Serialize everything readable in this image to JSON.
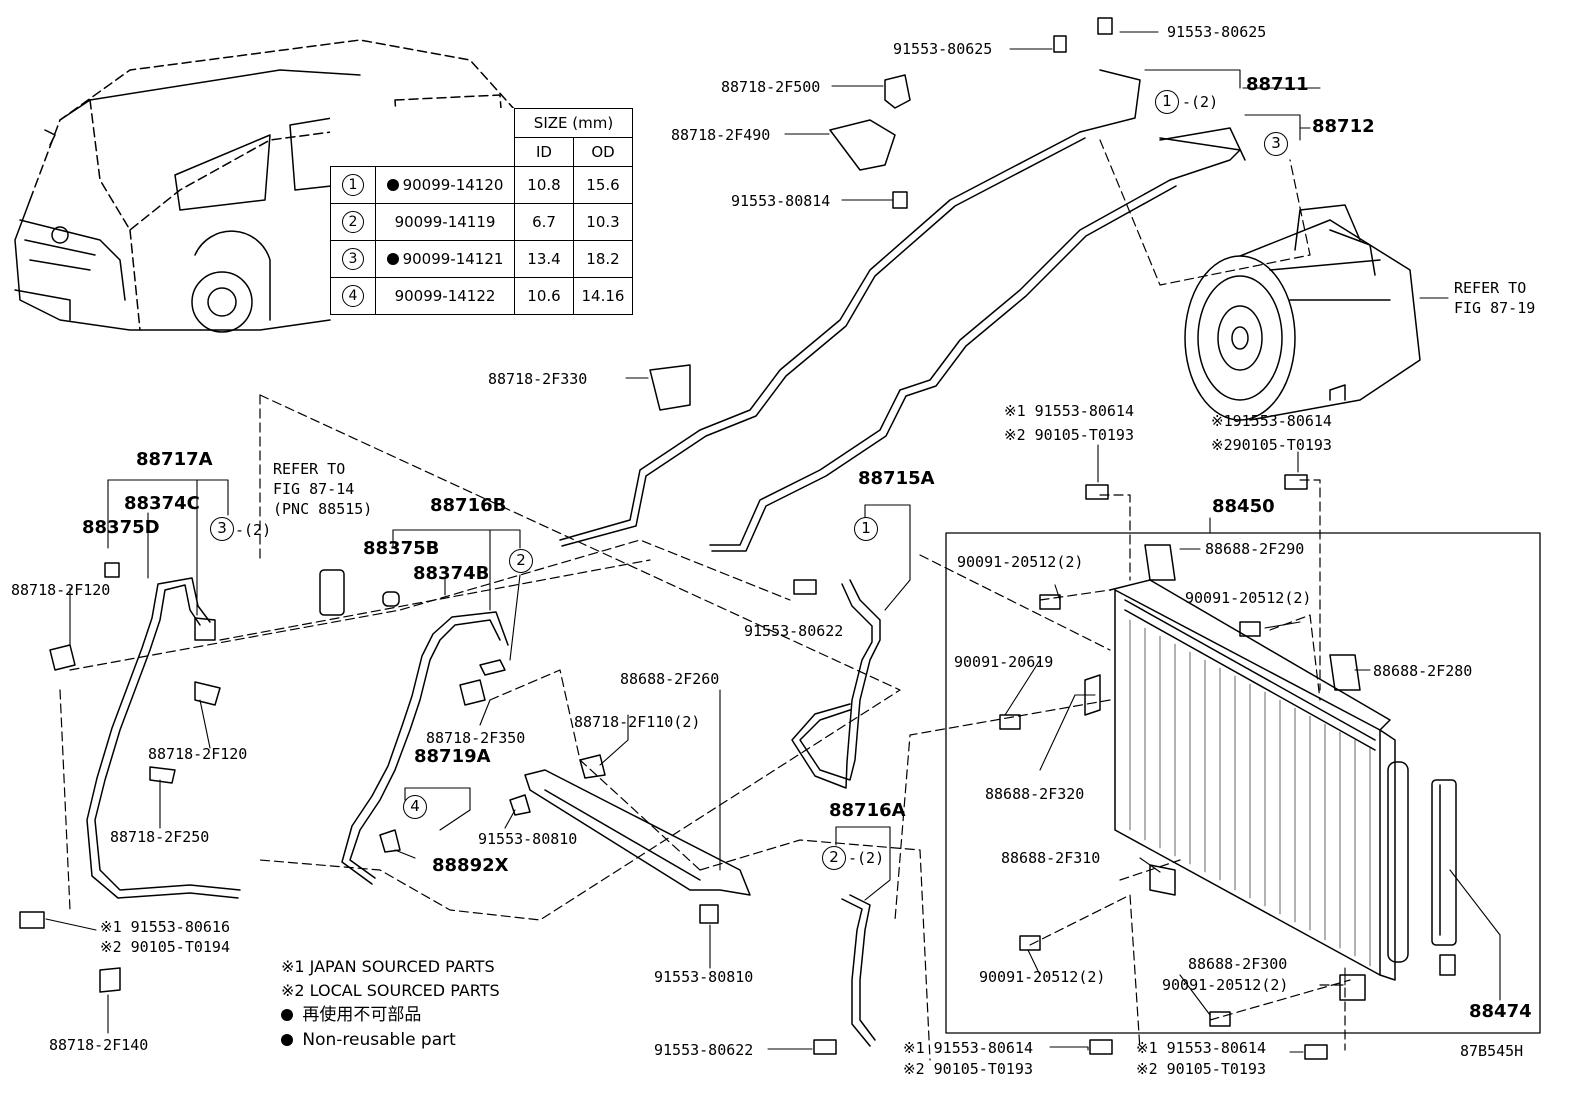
{
  "size_table": {
    "title": "SIZE (mm)",
    "col_id": "ID",
    "col_od": "OD",
    "rows": [
      {
        "key": "1",
        "nonreusable": true,
        "part": "90099-14120",
        "id": "10.8",
        "od": "15.6"
      },
      {
        "key": "2",
        "nonreusable": false,
        "part": "90099-14119",
        "id": "6.7",
        "od": "10.3"
      },
      {
        "key": "3",
        "nonreusable": true,
        "part": "90099-14121",
        "id": "13.4",
        "od": "18.2"
      },
      {
        "key": "4",
        "nonreusable": false,
        "part": "90099-14122",
        "id": "10.6",
        "od": "14.16"
      }
    ]
  },
  "labels": {
    "p91553_80625_a": "91553-80625",
    "p91553_80625_b": "91553-80625",
    "p88718_2F500": "88718-2F500",
    "p88718_2F490": "88718-2F490",
    "p91553_80814": "91553-80814",
    "p88711": "88711",
    "p88712": "88712",
    "p1_2": "-(2)",
    "refer_87_19_a": "REFER TO",
    "refer_87_19_b": "FIG 87-19",
    "p88718_2F330": "88718-2F330",
    "s1_80614_top": "※1 91553-80614",
    "s2_t0193_top": "※2 90105-T0193",
    "s1_80614_right": "※191553-80614",
    "s2_t0193_right": "※290105-T0193",
    "p88717A": "88717A",
    "p88374C": "88374C",
    "p88375D": "88375D",
    "p3_2": "-(2)",
    "p88718_2F120_a": "88718-2F120",
    "refer_87_14_a": "REFER TO",
    "refer_87_14_b": "FIG 87-14",
    "refer_87_14_c": "(PNC 88515)",
    "p88716B": "88716B",
    "p88375B": "88375B",
    "p88374B": "88374B",
    "p88715A": "88715A",
    "p91553_80622_a": "91553-80622",
    "p88450": "88450",
    "p88688_2F290": "88688-2F290",
    "p90091_20512_a": "90091-20512(2)",
    "p90091_20512_b": "90091-20512(2)",
    "p90091_20619": "90091-20619",
    "p88688_2F280": "88688-2F280",
    "p88688_2F320": "88688-2F320",
    "p88688_2F260": "88688-2F260",
    "p88718_2F110": "88718-2F110(2)",
    "p88718_2F350": "88718-2F350",
    "p88718_2F120_b": "88718-2F120",
    "p88719A": "88719A",
    "p88718_2F250": "88718-2F250",
    "p91553_80810_a": "91553-80810",
    "p88892X": "88892X",
    "p88716A": "88716A",
    "p2_2": "-(2)",
    "p88688_2F310": "88688-2F310",
    "p90091_20512_c": "90091-20512(2)",
    "p88688_2F300": "88688-2F300",
    "p90091_20512_d": "90091-20512(2)",
    "p88474": "88474",
    "s1_80616": "※1 91553-80616",
    "s2_t0194": "※2 90105-T0194",
    "p88718_2F140": "88718-2F140",
    "p91553_80810_b": "91553-80810",
    "p91553_80622_b": "91553-80622",
    "s1_80614_b1": "※1 91553-80614",
    "s2_t0193_b1": "※2 90105-T0193",
    "s1_80614_b2": "※1 91553-80614",
    "s2_t0193_b2": "※2 90105-T0193",
    "code": "87B545H"
  },
  "legend": {
    "jp": "※1 JAPAN SOURCED PARTS",
    "local": "※2 LOCAL SOURCED PARTS",
    "nonreuse_jp": "再使用不可部品",
    "nonreuse_en": "Non-reusable part"
  },
  "circle_keys": {
    "c1": "1",
    "c2": "2",
    "c3": "3",
    "c4": "4"
  }
}
